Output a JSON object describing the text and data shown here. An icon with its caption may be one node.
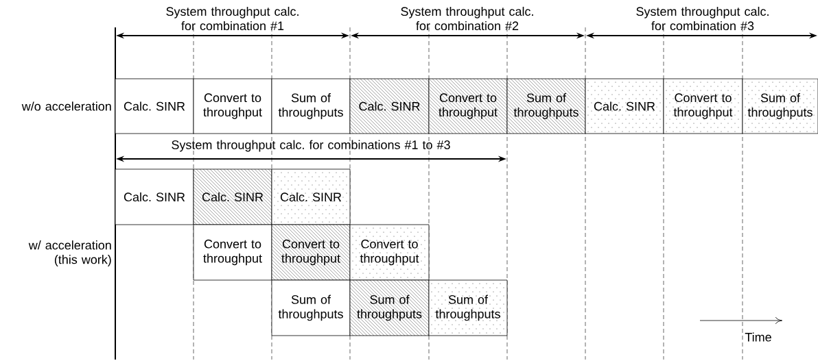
{
  "diagram": {
    "nodes": [
      {
        "text": [
          "Calc. SINR"
        ]
      },
      {
        "text": [
          "Convert to throughput"
        ]
      },
      {
        "text": [
          "Sum of throughputs"
        ]
      },
      {
        "text": [
          "Calc. SINR"
        ]
      },
      {
        "text": [
          "Convert to throughput"
        ]
      },
      {
        "text": [
          "Sum of throughputs"
        ]
      },
      {
        "text": [
          "Calc. SINR"
        ]
      },
      {
        "text": [
          "Convert to throughput"
        ]
      },
      {
        "text": [
          "Sum of throughputs"
        ]
      },
      {
        "text": [
          "Calc. SINR"
        ]
      },
      {
        "text": [
          "Calc. SINR"
        ]
      },
      {
        "text": [
          "Calc. SINR"
        ]
      },
      {
        "text": [
          "Convert to throughput"
        ]
      },
      {
        "text": [
          "Convert to throughput"
        ]
      },
      {
        "text": [
          "Convert to throughput"
        ]
      },
      {
        "text": [
          "Sum of throughputs"
        ]
      },
      {
        "text": [
          "Sum of throughputs"
        ]
      },
      {
        "text": [
          "Sum of throughputs"
        ]
      }
    ],
    "labels": [
      "System throughput calc. for combination #1",
      "System throughput calc. for combination #2",
      "System throughput calc. for combination #3",
      "w/o acceleration",
      "System throughput calc. for combinations #1 to #3",
      "w/ acceleration (this work)",
      "Time"
    ]
  }
}
